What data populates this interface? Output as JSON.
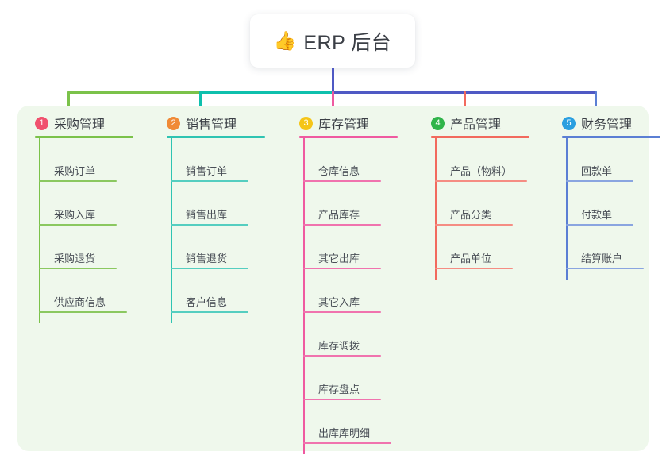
{
  "title": {
    "emoji": "👍",
    "emoji_name": "thumbs-up-emoji",
    "text": "ERP 后台"
  },
  "colors": {
    "panel_bg": "#eff8ec",
    "card_bg": "#ffffff",
    "text": "#3b3f46",
    "leaf_text": "#4a4f57",
    "trunk": "#4f59c4",
    "bar_green": "#7bc24a",
    "bar_teal": "#0fc0ad",
    "bar_blue": "#4f59c4"
  },
  "chart_data": {
    "type": "tree",
    "title": "ERP 后台",
    "root": "ERP 后台",
    "branch_count": 5,
    "branches": [
      {
        "index": "1",
        "label": "采购管理",
        "badge_color": "#f0516e",
        "line_color": "#7bc24a",
        "items": [
          "采购订单",
          "采购入库",
          "采购退货",
          "供应商信息"
        ]
      },
      {
        "index": "2",
        "label": "销售管理",
        "badge_color": "#f08a36",
        "line_color": "#2fc4b2",
        "items": [
          "销售订单",
          "销售出库",
          "销售退货",
          "客户信息"
        ]
      },
      {
        "index": "3",
        "label": "库存管理",
        "badge_color": "#f5c518",
        "line_color": "#ef5aa0",
        "items": [
          "仓库信息",
          "产品库存",
          "其它出库",
          "其它入库",
          "库存调拨",
          "库存盘点",
          "出库库明细"
        ]
      },
      {
        "index": "4",
        "label": "产品管理",
        "badge_color": "#30b44a",
        "line_color": "#f26a5e",
        "items": [
          "产品（物料）",
          "产品分类",
          "产品单位"
        ]
      },
      {
        "index": "5",
        "label": "财务管理",
        "badge_color": "#2a9fe0",
        "line_color": "#5b7fd4",
        "items": [
          "回款单",
          "付款单",
          "结算账户"
        ]
      }
    ]
  }
}
